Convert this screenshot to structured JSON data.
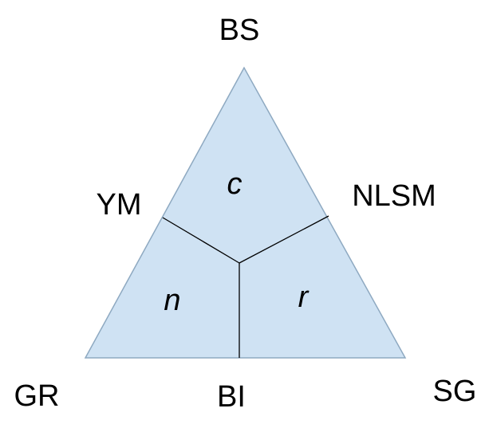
{
  "colors": {
    "triangle_fill": "#cfe2f3",
    "triangle_stroke": "#8ea9c1",
    "divider_stroke": "#000000",
    "text": "#000000",
    "background": "#ffffff"
  },
  "vertices": {
    "top": "BS",
    "bottom_left": "GR",
    "bottom_right": "SG"
  },
  "edges": {
    "left": "YM",
    "right": "NLSM",
    "bottom": "BI"
  },
  "regions": {
    "top": "c",
    "left": "n",
    "right": "r"
  }
}
